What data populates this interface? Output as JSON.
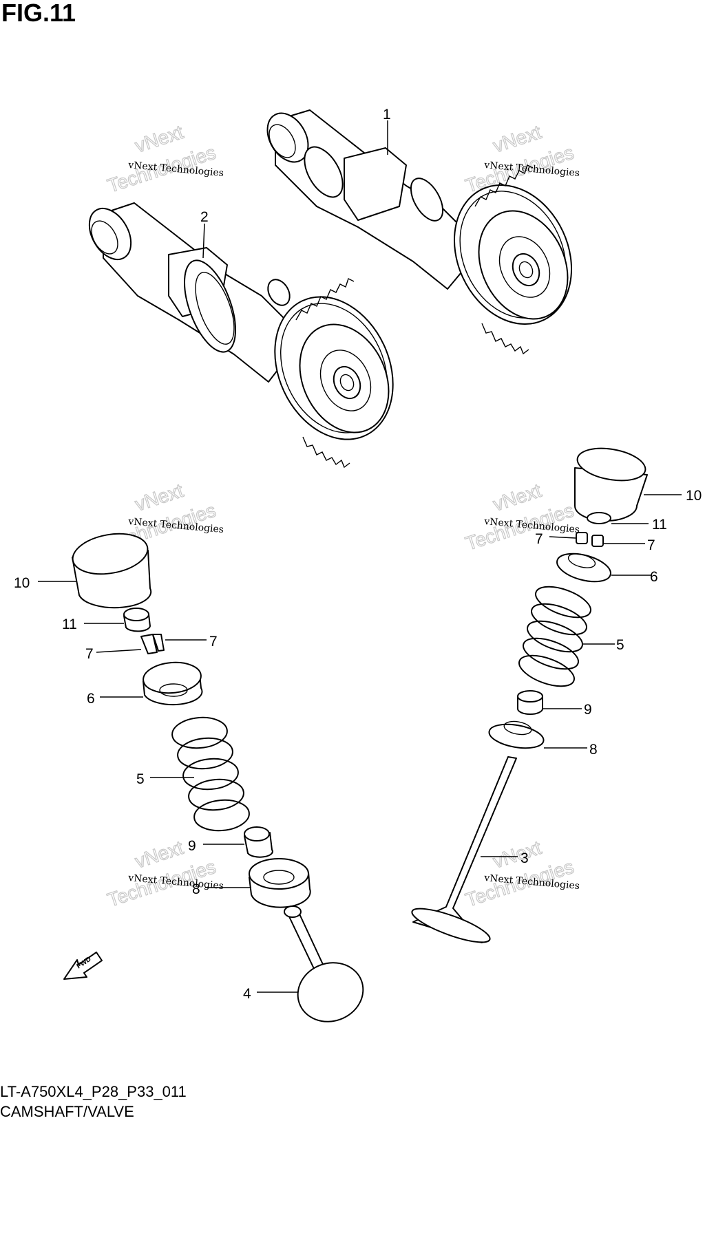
{
  "title": "FIG.11",
  "footer": {
    "model_code": "LT-A750XL4_P28_P33_011",
    "section_name": "CAMSHAFT/VALVE"
  },
  "fwd_label": "FWD",
  "watermark": {
    "line1": "vNext Technologies",
    "line2": "vNext",
    "line3": "Technologies"
  },
  "callouts": {
    "c1": "1",
    "c2": "2",
    "c3": "3",
    "c4": "4",
    "c5_left": "5",
    "c5_right": "5",
    "c6_left": "6",
    "c6_right": "6",
    "c7_left_a": "7",
    "c7_left_b": "7",
    "c7_right_a": "7",
    "c7_right_b": "7",
    "c8_left": "8",
    "c8_right": "8",
    "c9_left": "9",
    "c9_right": "9",
    "c10_left": "10",
    "c10_right": "10",
    "c11_left": "11",
    "c11_right": "11"
  }
}
